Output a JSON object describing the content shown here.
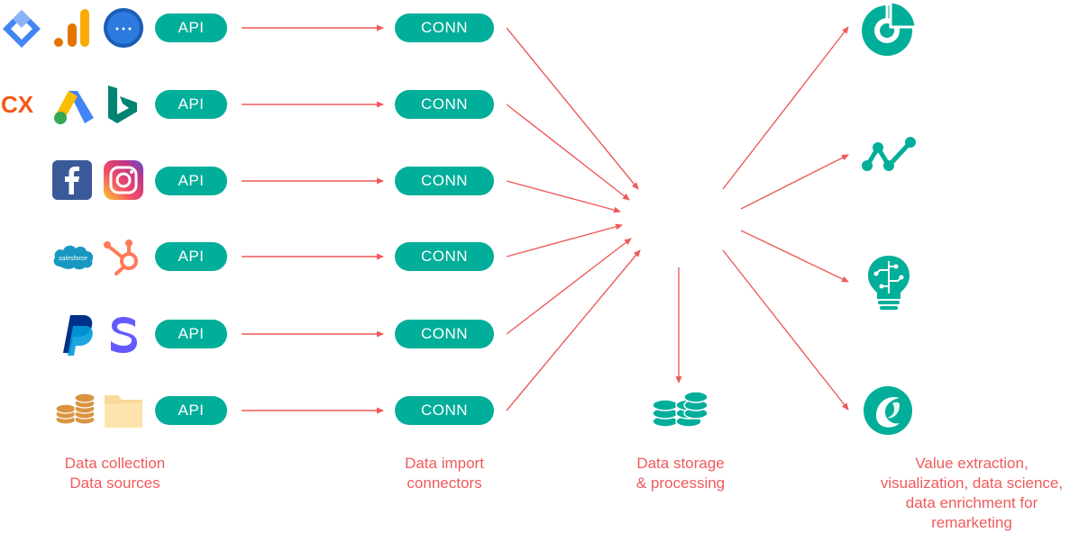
{
  "colors": {
    "accent": "#00AE9A",
    "arrow": "#F05A5A",
    "caption": "#F05A5A"
  },
  "rows": [
    {
      "api_label": "API",
      "conn_label": "CONN",
      "sources": [
        "google-tag-manager-icon",
        "google-analytics-icon",
        "messaging-app-icon"
      ]
    },
    {
      "api_label": "API",
      "conn_label": "CONN",
      "sources": [
        "cx-logo-icon",
        "google-ads-icon",
        "bing-icon"
      ]
    },
    {
      "api_label": "API",
      "conn_label": "CONN",
      "sources": [
        "facebook-icon",
        "instagram-icon"
      ]
    },
    {
      "api_label": "API",
      "conn_label": "CONN",
      "sources": [
        "salesforce-icon",
        "hubspot-icon"
      ]
    },
    {
      "api_label": "API",
      "conn_label": "CONN",
      "sources": [
        "paypal-icon",
        "stripe-icon"
      ]
    },
    {
      "api_label": "API",
      "conn_label": "CONN",
      "sources": [
        "coins-icon",
        "folder-icon"
      ]
    }
  ],
  "salesforce_text": "salesforce",
  "cx_text": "CX",
  "captions": {
    "collection": [
      "Data collection",
      "Data sources"
    ],
    "connectors": [
      "Data import",
      "connectors"
    ],
    "storage": [
      "Data storage",
      "& processing"
    ],
    "value": [
      "Value extraction,",
      "visualization, data science,",
      "data enrichment for",
      "remarketing"
    ]
  },
  "outputs": [
    "pie-chart-icon",
    "line-graph-icon",
    "lightbulb-brain-icon",
    "circular-logo-icon"
  ]
}
